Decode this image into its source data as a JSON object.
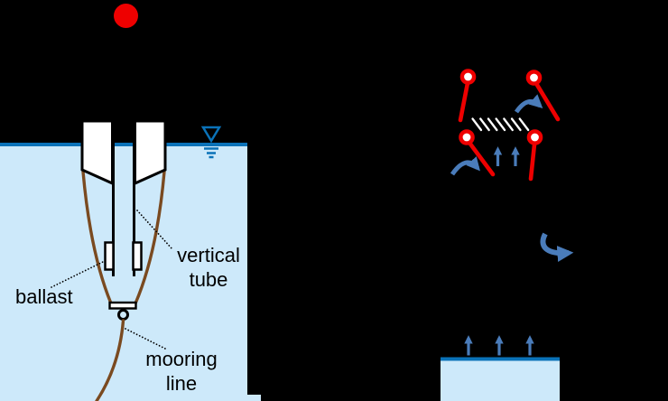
{
  "figure": {
    "description": "two schematic diagrams: a moored heaving buoy with vertical tube (left, in water) and a hinged red linkage over upward flow (right)",
    "left_diagram": {
      "name": "heaving-buoy-with-vertical-tube",
      "labels": {
        "ballast": "ballast",
        "vertical_tube_line1": "vertical",
        "vertical_tube_line2": "tube",
        "mooring_line1": "mooring",
        "mooring_line2": "line"
      }
    },
    "right_diagram": {
      "name": "hinged-flap-linkage-over-rising-flow",
      "labels": {}
    }
  },
  "icons": {
    "water_level": "nabla-free-surface-symbol",
    "rotation_arrows": "curved-blue-arrows",
    "flow_arrows": "straight-blue-up-arrows",
    "marker_dot": "red-filled-circle",
    "pivots": "red-ring-pin-joints",
    "fixed_wall": "white-diagonal-hatching"
  },
  "colors": {
    "background": "#000000",
    "water_fill": "#cde9fa",
    "water_line": "#0a72b8",
    "float_fill": "#ffffff",
    "outline": "#000000",
    "mooring_brown": "#7a4a20",
    "red": "#ee0000",
    "arrow_blue": "#4a7cba",
    "hatch_white": "#ffffff",
    "label_text": "#000000"
  }
}
